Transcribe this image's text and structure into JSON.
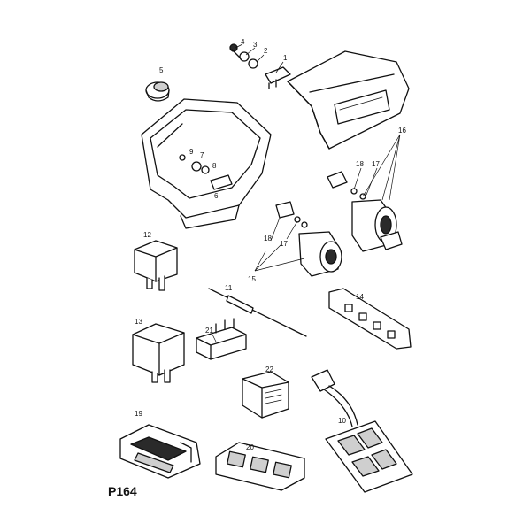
{
  "callouts": {
    "c1": "1",
    "c2": "2",
    "c3": "3",
    "c4": "4",
    "c5": "5",
    "c6": "6",
    "c7": "7",
    "c8": "8",
    "c9": "9",
    "c10": "10",
    "c11": "11",
    "c12": "12",
    "c13": "13",
    "c14": "14",
    "c15": "15",
    "c16": "16",
    "c17a": "17",
    "c17b": "17",
    "c18a": "18",
    "c18b": "18",
    "c19": "19",
    "c20": "20",
    "c21": "21",
    "c22": "22"
  },
  "page_code": "P164"
}
